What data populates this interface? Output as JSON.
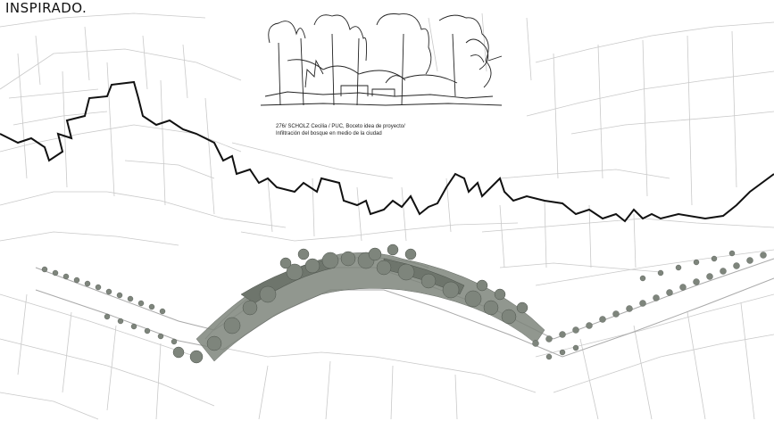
{
  "heading": "INSPIRADO.",
  "sketch": {
    "caption_line1": "276/ SCHOLZ Cecilia / PUC, Boceto idea de proyecto/",
    "caption_line2": "Infiltración del bosque en medio de la ciudad"
  },
  "colors": {
    "background": "#ffffff",
    "lot_lines": "#c9c9c9",
    "street_lines": "#b5b5b5",
    "boundary_line": "#111111",
    "tree_canopy": "#7e857c",
    "tree_outline": "#4d534c",
    "sketch_ink": "#222222"
  },
  "icons": [
    "tree-canopy-icon",
    "hand-sketch-drawing"
  ]
}
